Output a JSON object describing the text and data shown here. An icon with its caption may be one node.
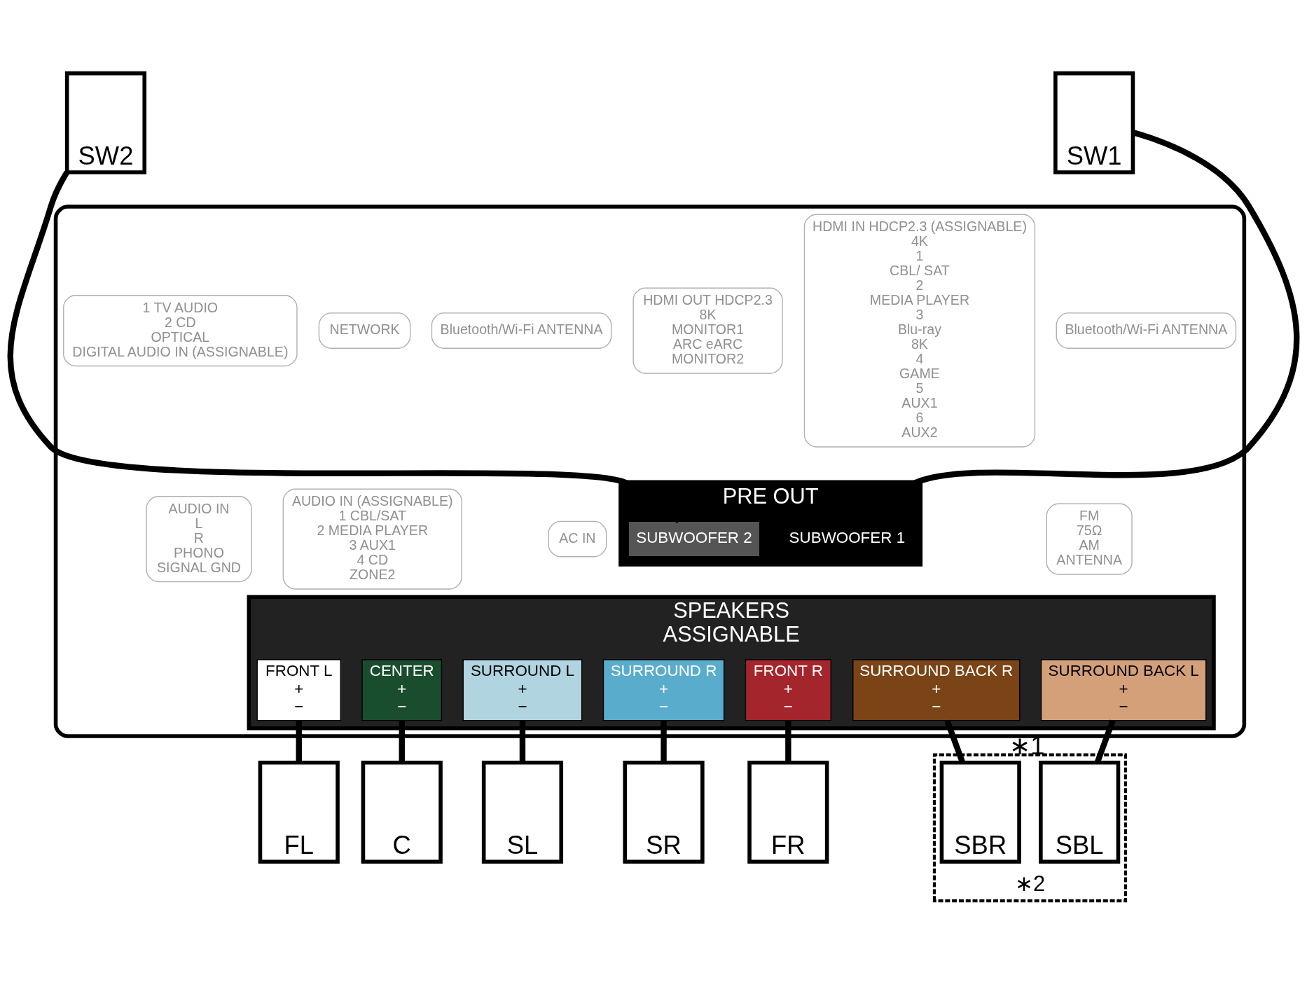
{
  "diagram": {
    "nodes": [
      {
        "text": [
          "SW2"
        ]
      },
      {
        "text": [
          "SW1"
        ]
      },
      {
        "text": [],
        "shape": "box"
      },
      {
        "text": [
          "Bluetooth/Wi-Fi ANTENNA"
        ],
        "in": 2
      },
      {
        "text": [
          "1 TV AUDIO",
          "2 CD",
          "OPTICAL",
          "DIGITAL AUDIO IN (ASSIGNABLE)"
        ],
        "in": 2
      },
      {
        "text": [
          "NETWORK"
        ],
        "in": 2
      },
      {
        "text": [
          "HDMI IN HDCP2.3 (ASSIGNABLE)",
          "4K",
          "1",
          "CBL/ SAT",
          "2",
          "MEDIA PLAYER",
          "3",
          "Blu-ray",
          "8K",
          "4",
          "GAME",
          "5",
          "AUX1",
          "6",
          "AUX2"
        ],
        "in": 2
      },
      {
        "text": [
          "HDMI OUT HDCP2.3",
          "8K",
          "MONITOR1",
          "ARC eARC",
          "MONITOR2"
        ],
        "in": 2
      },
      {
        "text": [
          "Bluetooth/Wi-Fi ANTENNA"
        ],
        "in": 2
      },
      {
        "text": [
          "FM",
          "75Ω",
          "AM",
          "ANTENNA"
        ],
        "in": 2
      },
      {
        "text": [
          "AUDIO IN",
          "L",
          "R",
          "PHONO",
          "SIGNAL GND"
        ],
        "in": 2
      },
      {
        "text": [
          "AUDIO IN (ASSIGNABLE)",
          "1 CBL/SAT",
          "2 MEDIA PLAYER",
          "3 AUX1",
          "4 CD",
          "ZONE2"
        ],
        "in": 2
      },
      {
        "text": [
          "PRE OUT"
        ],
        "in": 2
      },
      {
        "text": [
          "SUBWOOFER 1"
        ],
        "in": 12
      },
      {
        "text": [
          "SUBWOOFER 2"
        ],
        "in": 12
      },
      {
        "text": [
          "AC IN"
        ],
        "in": 2
      },
      {
        "text": [
          "SPEAKERS",
          "ASSIGNABLE"
        ],
        "in": 2
      },
      {
        "text": [
          "FRONT R",
          "+",
          "−"
        ],
        "in": 16
      },
      {
        "text": [
          "FRONT L",
          "+",
          "−"
        ],
        "in": 16
      },
      {
        "text": [
          "CENTER",
          "+",
          "−"
        ],
        "in": 16
      },
      {
        "text": [
          "SURROUND R",
          "+",
          "−"
        ],
        "in": 16
      },
      {
        "text": [
          "SURROUND L",
          "+",
          "−"
        ],
        "in": 16
      },
      {
        "text": [
          "SURROUND BACK R",
          "+",
          "−"
        ],
        "in": 16
      },
      {
        "text": [
          "SURROUND BACK L",
          "+",
          "−"
        ],
        "in": 16
      },
      {
        "text": [
          "FR"
        ]
      },
      {
        "text": [
          "FL"
        ]
      },
      {
        "text": [
          "C"
        ]
      },
      {
        "text": [
          "SR"
        ]
      },
      {
        "text": [
          "SL"
        ]
      },
      {
        "text": [],
        "shape": "box",
        "beside": [
          "∗2"
        ]
      },
      {
        "text": [
          "SBR"
        ],
        "in": 29
      },
      {
        "text": [
          "SBL"
        ],
        "in": 29,
        "beside": [
          "∗1"
        ]
      }
    ],
    "edges": [
      {
        "from": 1,
        "to": 13,
        "arrow": "none"
      },
      {
        "from": 0,
        "to": 14,
        "arrow": "none"
      },
      {
        "from": 17,
        "to": 24,
        "arrow": "none"
      },
      {
        "from": 18,
        "to": 25,
        "arrow": "none"
      },
      {
        "from": 19,
        "to": 26,
        "arrow": "none"
      },
      {
        "from": 20,
        "to": 27,
        "arrow": "none"
      },
      {
        "from": 21,
        "to": 28,
        "arrow": "none"
      },
      {
        "from": 22,
        "to": 30,
        "arrow": "none"
      },
      {
        "from": 23,
        "to": 31,
        "arrow": "none"
      }
    ]
  }
}
